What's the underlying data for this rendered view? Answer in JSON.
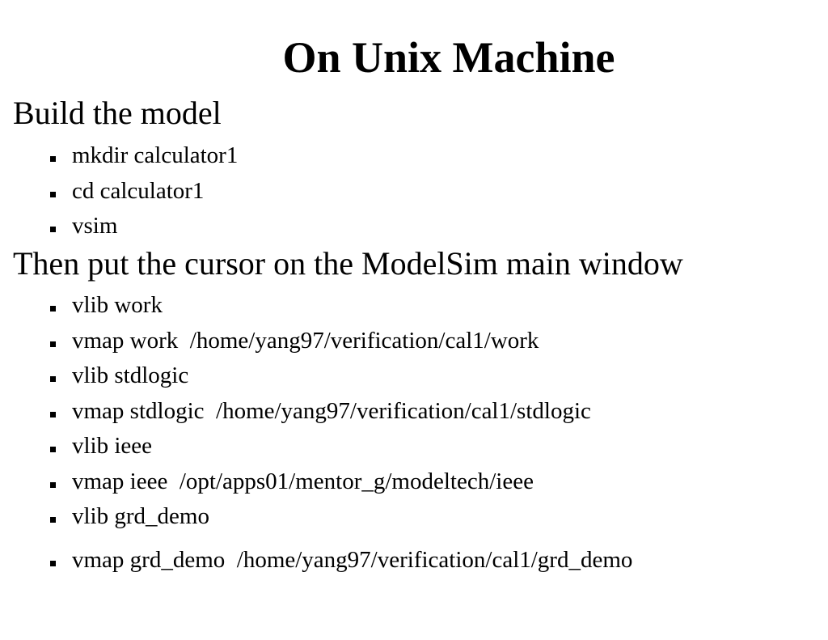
{
  "slide": {
    "title": "On Unix Machine",
    "sections": [
      {
        "heading": "Build the model",
        "items": [
          "mkdir calculator1",
          "cd calculator1",
          "vsim"
        ]
      },
      {
        "heading": "Then put the cursor on the ModelSim main window",
        "items": [
          "vlib work",
          "vmap work  /home/yang97/verification/cal1/work",
          "vlib stdlogic",
          "vmap stdlogic  /home/yang97/verification/cal1/stdlogic",
          "vlib ieee",
          "vmap ieee  /opt/apps01/mentor_g/modeltech/ieee",
          "vlib grd_demo",
          "vmap grd_demo  /home/yang97/verification/cal1/grd_demo"
        ]
      }
    ]
  },
  "colors": {
    "background": "#ffffff",
    "text": "#000000"
  },
  "icons": {
    "bullet": "square-bullet-icon"
  }
}
